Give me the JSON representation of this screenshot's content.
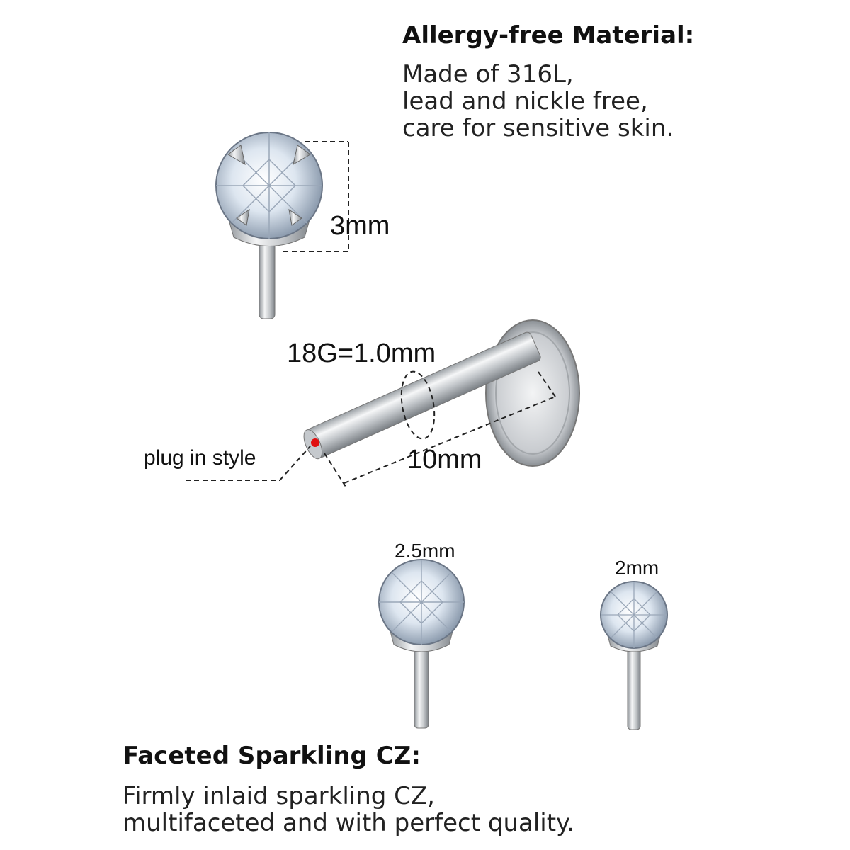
{
  "top_block": {
    "heading": "Allergy-free Material:",
    "lines": [
      "Made of 316L,",
      "lead and nickle free,",
      "care for sensitive skin."
    ]
  },
  "bottom_block": {
    "heading": "Faceted Sparkling CZ:",
    "lines": [
      "Firmly inlaid sparkling CZ,",
      "multifaceted and with perfect quality."
    ]
  },
  "dimensions": {
    "stud_height": "3mm",
    "gauge": "18G=1.0mm",
    "bar_length": "10mm",
    "plug_label": "plug in style",
    "small_stud_a": "2.5mm",
    "small_stud_b": "2mm"
  },
  "colors": {
    "metal": "#c9ccd0",
    "gem": "#e8eef6",
    "plug_dot": "#e01010"
  }
}
